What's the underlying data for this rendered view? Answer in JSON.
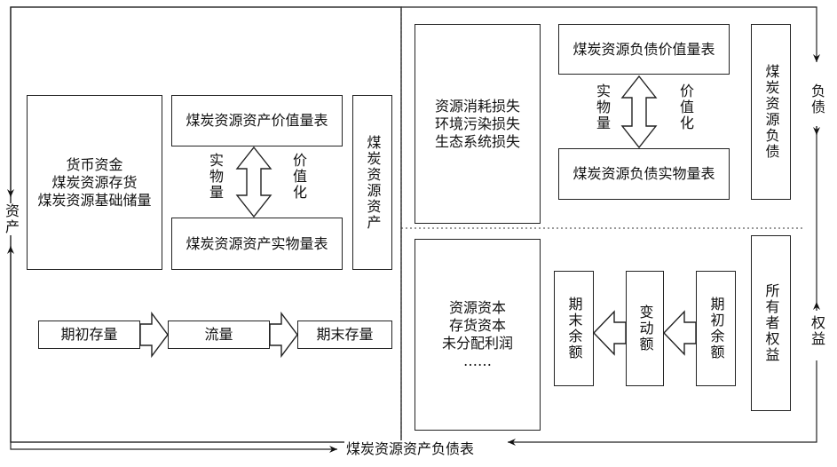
{
  "left_panel": {
    "asset_items": "货币资金\n煤炭资源存货\n煤炭资源基础储量",
    "asset_value_table": "煤炭资源资产价值量表",
    "asset_physical_table": "煤炭资源资产实物量表",
    "physical_quantity": "实物量",
    "valuation": "价值化",
    "coal_resource_assets": "煤炭资源资产",
    "flow_opening": "期初存量",
    "flow_flow": "流量",
    "flow_closing": "期末存量"
  },
  "right_top": {
    "losses": "资源消耗损失\n环境污染损失\n生态系统损失",
    "liability_value_table": "煤炭资源负债价值量表",
    "liability_physical_table": "煤炭资源负债实物量表",
    "physical_quantity": "实物量",
    "valuation": "价值化",
    "coal_resource_liabilities": "煤炭资源负债"
  },
  "right_bottom": {
    "capital_items": "资源资本\n存货资本\n未分配利润\n……",
    "closing_balance": "期末余额",
    "change_amount": "变动额",
    "opening_balance": "期初余额",
    "owners_equity": "所有者权益"
  },
  "side_labels": {
    "assets": "资产",
    "liabilities": "负债",
    "equity": "权益"
  },
  "bottom_label": "煤炭资源资产负债表"
}
